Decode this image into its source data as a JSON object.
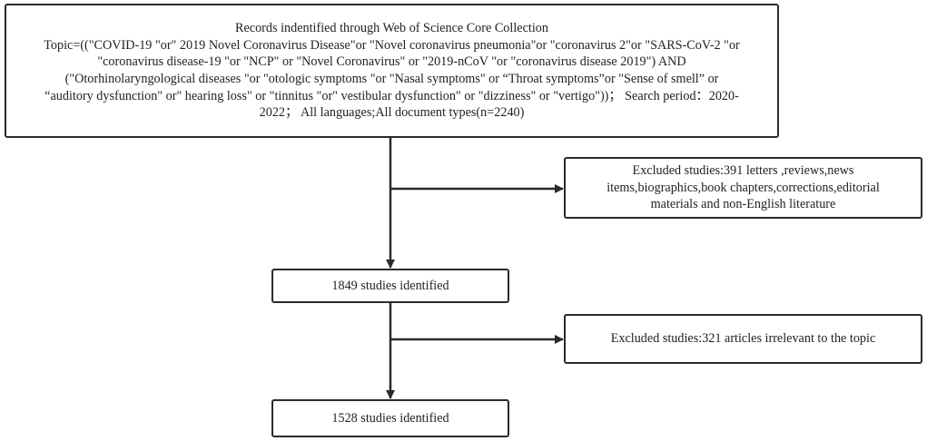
{
  "main_box": {
    "lines": [
      "Records indentified through Web of Science Core Collection",
      "Topic=((\"COVID-19 \"or\" 2019 Novel Coronavirus Disease\"or \"Novel coronavirus pneumonia\"or \"coronavirus 2\"or \"SARS-CoV-2 \"or",
      "\"coronavirus disease-19 \"or \"NCP\" or \"Novel Coronavirus\" or \"2019-nCoV \"or \"coronavirus disease 2019\") AND",
      "(\"Otorhinolaryngological diseases \"or \"otologic symptoms \"or \"Nasal symptoms\" or “Throat symptoms”or \"Sense of smell” or",
      "“auditory dysfunction\" or\" hearing loss\" or \"tinnitus \"or\" vestibular dysfunction\" or \"dizziness\" or \"vertigo\"))； Search period：2020-",
      "2022； All languages;All document types(n=2240)"
    ]
  },
  "excluded_1": {
    "lines": [
      "Excluded studies:391 letters ,reviews,news",
      "items,biographics,book chapters,corrections,editorial",
      "materials and non-English literature"
    ]
  },
  "identified_1": {
    "label": "1849 studies identified"
  },
  "excluded_2": {
    "label": "Excluded studies:321 articles irrelevant to the topic"
  },
  "identified_2": {
    "label": "1528 studies identified"
  }
}
